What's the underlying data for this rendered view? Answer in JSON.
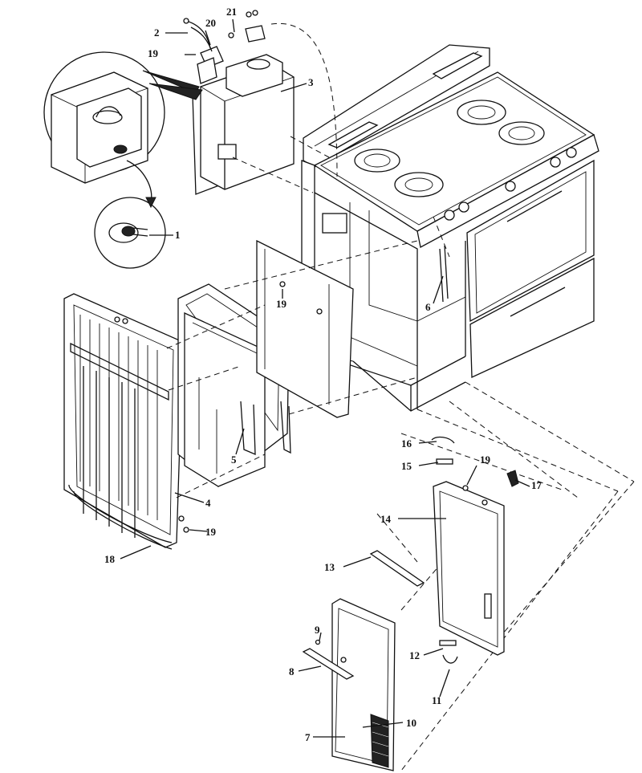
{
  "callouts": [
    {
      "id": "1",
      "text": "1"
    },
    {
      "id": "2",
      "text": "2"
    },
    {
      "id": "3",
      "text": "3"
    },
    {
      "id": "4",
      "text": "4"
    },
    {
      "id": "5",
      "text": "5"
    },
    {
      "id": "6",
      "text": "6"
    },
    {
      "id": "7",
      "text": "7"
    },
    {
      "id": "8",
      "text": "8"
    },
    {
      "id": "9",
      "text": "9"
    },
    {
      "id": "10",
      "text": "10"
    },
    {
      "id": "11",
      "text": "11"
    },
    {
      "id": "12",
      "text": "12"
    },
    {
      "id": "13",
      "text": "13"
    },
    {
      "id": "14",
      "text": "14"
    },
    {
      "id": "15",
      "text": "15"
    },
    {
      "id": "16",
      "text": "16"
    },
    {
      "id": "17",
      "text": "17"
    },
    {
      "id": "18",
      "text": "18"
    },
    {
      "id": "19a",
      "text": "19"
    },
    {
      "id": "19b",
      "text": "19"
    },
    {
      "id": "19c",
      "text": "19"
    },
    {
      "id": "19d",
      "text": "19"
    },
    {
      "id": "20",
      "text": "20"
    },
    {
      "id": "21",
      "text": "21"
    }
  ]
}
